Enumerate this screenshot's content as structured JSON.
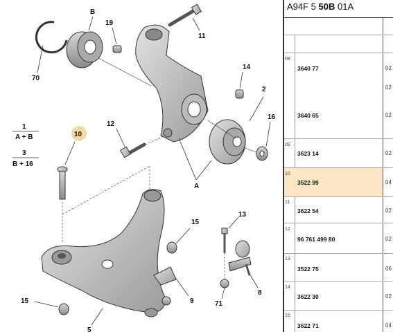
{
  "panel": {
    "header_prefix": "A94F 5 ",
    "header_bold": "50B",
    "header_suffix": " 01A",
    "rows": [
      {
        "group": "08",
        "ref": "3640 77",
        "qty": "02"
      },
      {
        "group": "",
        "ref": "",
        "qty": "02"
      },
      {
        "group": "",
        "ref": "3640 65",
        "qty": "02"
      },
      {
        "group": "09",
        "ref": "3623 14",
        "qty": "02"
      },
      {
        "group": "10",
        "ref": "3522 99",
        "qty": "04"
      },
      {
        "group": "11",
        "ref": "3622 54",
        "qty": "02"
      },
      {
        "group": "12",
        "ref": "96 761 499 80",
        "qty": "02"
      },
      {
        "group": "13",
        "ref": "3522 75",
        "qty": "06"
      },
      {
        "group": "14",
        "ref": "3622 30",
        "qty": "02"
      },
      {
        "group": "15",
        "ref": "3622 71",
        "qty": "04"
      }
    ]
  },
  "legend": {
    "l1_num": "1",
    "l1_eq": "A + B",
    "l2_num": "3",
    "l2_eq": "B + 16"
  },
  "callouts": {
    "c_b": "B",
    "c_19": "19",
    "c_11": "11",
    "c_70": "70",
    "c_14": "14",
    "c_2": "2",
    "c_12": "12",
    "c_16": "16",
    "c_10": "10",
    "c_a": "A",
    "c_13": "13",
    "c_15a": "15",
    "c_8": "8",
    "c_9": "9",
    "c_15b": "15",
    "c_71": "71",
    "c_5": "5"
  },
  "colors": {
    "highlight_row": "#fbe7c6",
    "highlight_badge": "#f3d9a4",
    "part_gray": "#c4c4c4"
  }
}
